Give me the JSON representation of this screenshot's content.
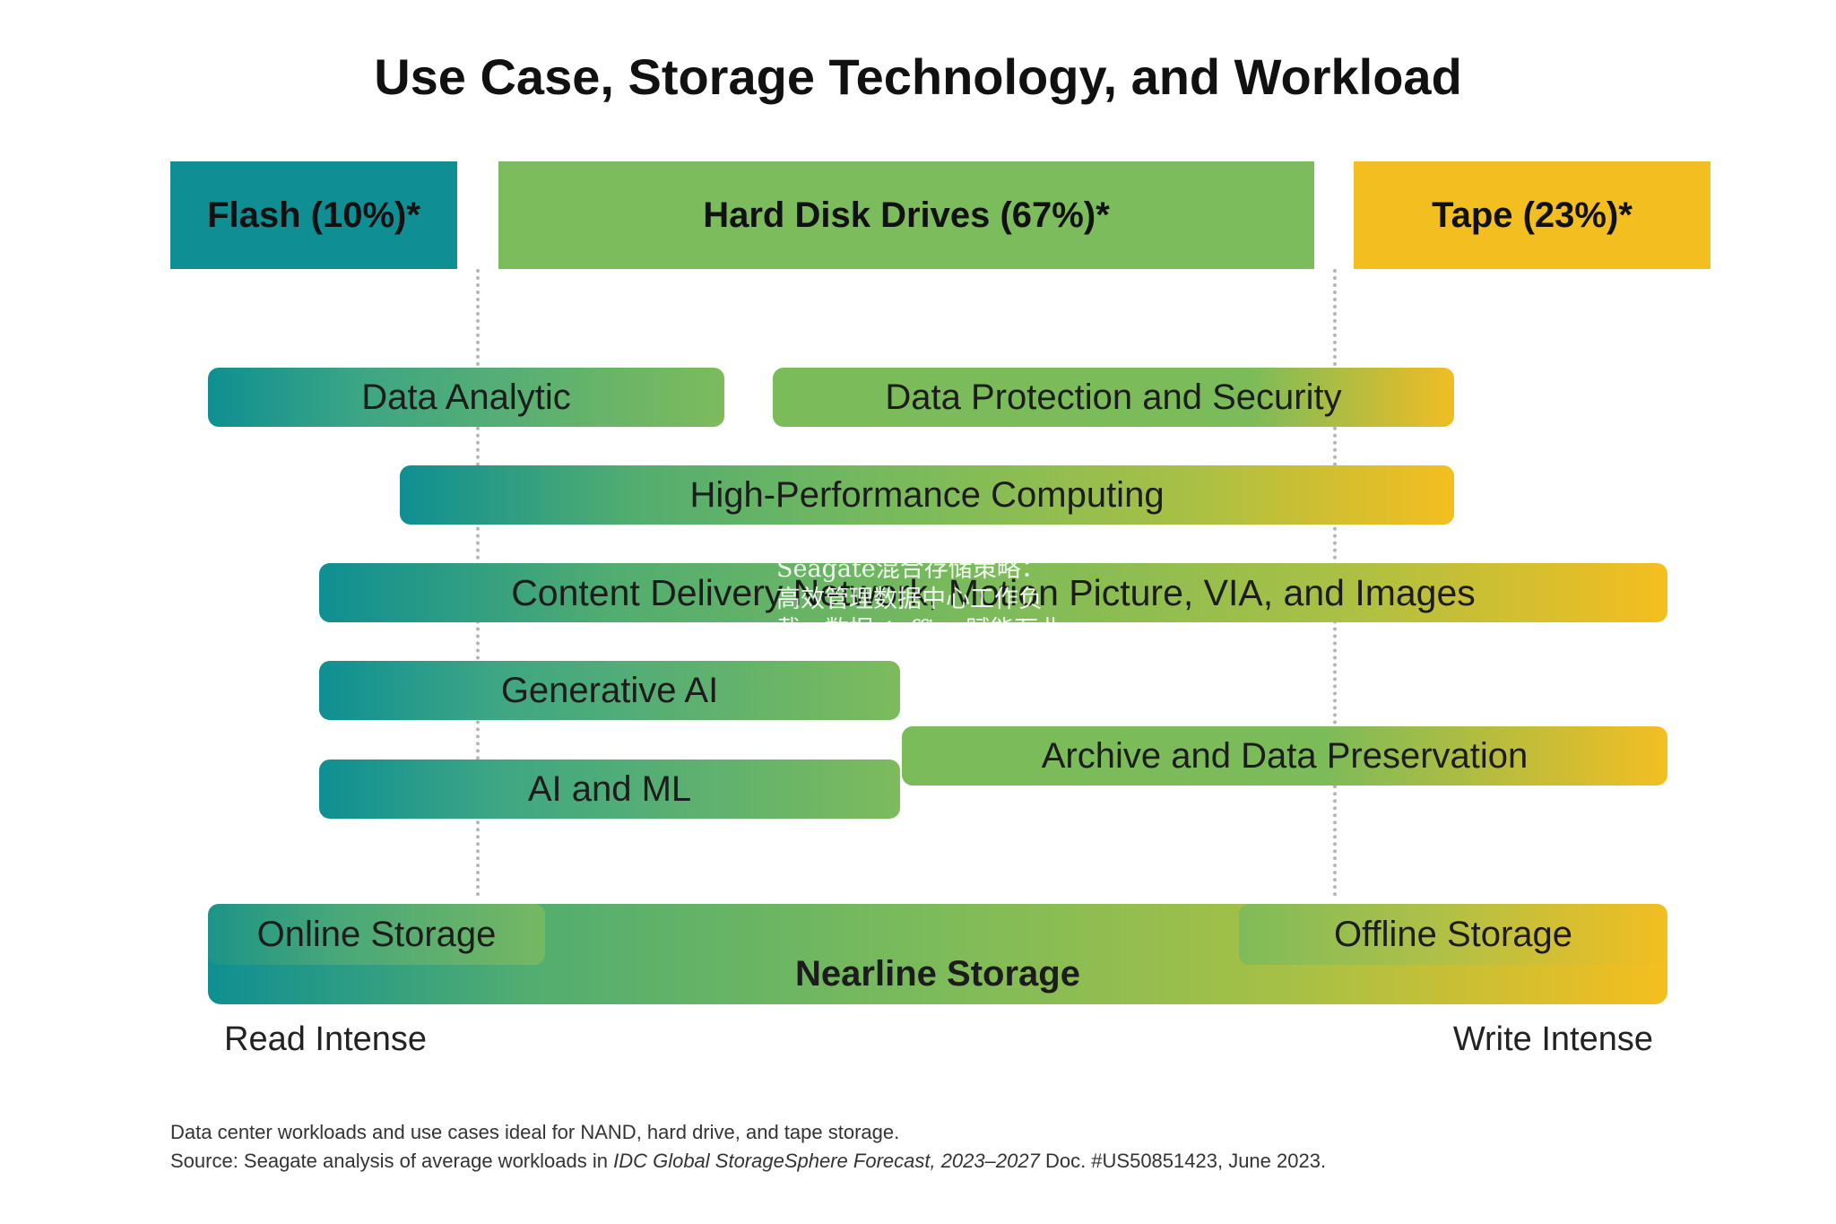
{
  "title": "Use Case, Storage Technology, and Workload",
  "technologies": {
    "flash": {
      "label": "Flash (10%)*",
      "color": "#0f8f94"
    },
    "hdd": {
      "label": "Hard Disk Drives (67%)*",
      "color": "#7dbc5c"
    },
    "tape": {
      "label": "Tape (23%)*",
      "color": "#f3be1f"
    }
  },
  "use_cases": {
    "data_analytic": "Data Analytic",
    "data_protection": "Data Protection and Security",
    "hpc": "High-Performance Computing",
    "cdn_motion": "Content Delivery Network, Motion Picture, VIA, and Images",
    "generative_ai": "Generative AI",
    "archive": "Archive and Data Preservation",
    "ai_ml": "AI and ML"
  },
  "storage_tiers": {
    "online": "Online Storage",
    "nearline": "Nearline Storage",
    "offline": "Offline Storage"
  },
  "axis": {
    "left": "Read Intense",
    "right": "Write Intense"
  },
  "overlay_text": "Seagate混合存储策略：高效管理数据中心工作负载，数据staffing赋能万业",
  "footnote": {
    "line1": "Data center workloads and use cases ideal for NAND, hard drive, and tape storage.",
    "line2_prefix": "Source: Seagate analysis of average workloads in ",
    "line2_italic": "IDC Global StorageSphere Forecast, 2023–2027",
    "line2_suffix": " Doc. #US50851423, June 2023."
  }
}
